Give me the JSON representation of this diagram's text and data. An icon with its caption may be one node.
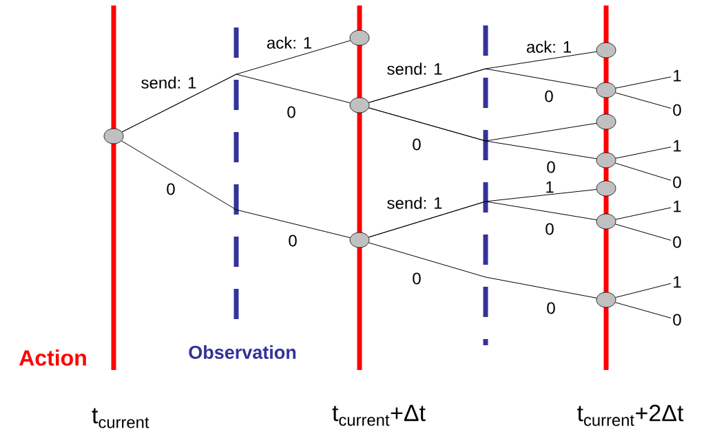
{
  "diagram": {
    "nodes": [
      {
        "text": [],
        "shape": "circle"
      },
      {
        "text": [],
        "shape": "circle"
      },
      {
        "text": [],
        "shape": "circle"
      },
      {
        "text": [],
        "shape": "circle"
      },
      {
        "text": [],
        "shape": "circle"
      },
      {
        "text": [],
        "shape": "circle"
      },
      {
        "text": [],
        "shape": "circle"
      },
      {
        "text": [],
        "shape": "circle"
      },
      {
        "text": [],
        "shape": "circle"
      },
      {
        "text": [],
        "shape": "circle"
      },
      {
        "text": [],
        "shape": "circle"
      },
      {
        "text": [
          "1"
        ]
      },
      {
        "text": [
          "0"
        ]
      },
      {
        "text": [
          "1"
        ]
      },
      {
        "text": [
          "0"
        ]
      },
      {
        "text": [
          "1"
        ]
      },
      {
        "text": [
          "0"
        ]
      },
      {
        "text": [
          "1"
        ]
      },
      {
        "text": [
          "0"
        ]
      }
    ],
    "edges": [
      {
        "from": 0,
        "to": 1,
        "arrow": "none",
        "label": "ack: 1"
      },
      {
        "from": 0,
        "to": 2,
        "arrow": "none",
        "label": "0"
      },
      {
        "from": 0,
        "to": 3,
        "arrow": "none",
        "label": "0"
      },
      {
        "from": 2,
        "to": 4,
        "arrow": "none",
        "label": "ack: 1"
      },
      {
        "from": 2,
        "to": 5,
        "arrow": "none",
        "label": "0"
      },
      {
        "from": 2,
        "to": 6,
        "arrow": "none"
      },
      {
        "from": 2,
        "to": 7,
        "arrow": "none",
        "label": "0"
      },
      {
        "from": 3,
        "to": 8,
        "arrow": "none",
        "label": "1"
      },
      {
        "from": 3,
        "to": 9,
        "arrow": "none",
        "label": "0"
      },
      {
        "from": 3,
        "to": 10,
        "arrow": "none",
        "label": "0"
      },
      {
        "from": 5,
        "to": 11,
        "arrow": "none"
      },
      {
        "from": 5,
        "to": 12,
        "arrow": "none"
      },
      {
        "from": 7,
        "to": 13,
        "arrow": "none"
      },
      {
        "from": 7,
        "to": 14,
        "arrow": "none"
      },
      {
        "from": 9,
        "to": 15,
        "arrow": "none"
      },
      {
        "from": 9,
        "to": 16,
        "arrow": "none"
      },
      {
        "from": 10,
        "to": 17,
        "arrow": "none"
      },
      {
        "from": 10,
        "to": 18,
        "arrow": "none"
      }
    ],
    "labels": [
      "send: 1",
      "0",
      "send: 1",
      "0",
      "send: 1",
      "0",
      "Action",
      "Observation",
      "t$_{current}$",
      "t$_{current}$+Δt",
      "t$_{current}$+2Δt"
    ]
  }
}
